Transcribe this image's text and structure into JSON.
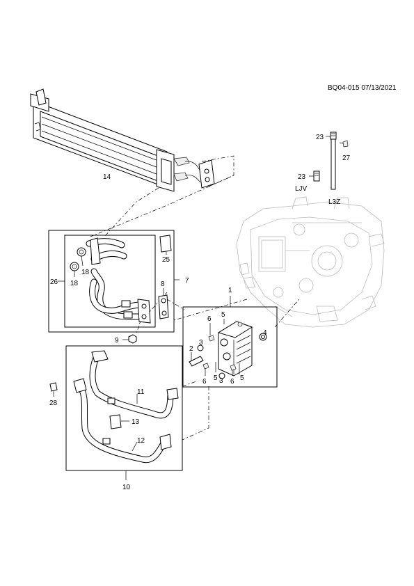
{
  "diagram": {
    "reference": "BQ04-015 07/13/2021",
    "labels": [
      {
        "id": "14",
        "text": "14"
      },
      {
        "id": "23a",
        "text": "23"
      },
      {
        "id": "27",
        "text": "27"
      },
      {
        "id": "23b",
        "text": "23"
      },
      {
        "id": "ljv",
        "text": "LJV"
      },
      {
        "id": "l3z",
        "text": "L3Z"
      },
      {
        "id": "25",
        "text": "25"
      },
      {
        "id": "18a",
        "text": "18"
      },
      {
        "id": "18b",
        "text": "18"
      },
      {
        "id": "26",
        "text": "26"
      },
      {
        "id": "8",
        "text": "8"
      },
      {
        "id": "7",
        "text": "7"
      },
      {
        "id": "9",
        "text": "9"
      },
      {
        "id": "1",
        "text": "1"
      },
      {
        "id": "5a",
        "text": "5"
      },
      {
        "id": "6a",
        "text": "6"
      },
      {
        "id": "4",
        "text": "4"
      },
      {
        "id": "3a",
        "text": "3"
      },
      {
        "id": "2",
        "text": "2"
      },
      {
        "id": "5b",
        "text": "5"
      },
      {
        "id": "3b",
        "text": "3"
      },
      {
        "id": "6b",
        "text": "6"
      },
      {
        "id": "6c",
        "text": "6"
      },
      {
        "id": "5c",
        "text": "5"
      },
      {
        "id": "28",
        "text": "28"
      },
      {
        "id": "11",
        "text": "11"
      },
      {
        "id": "13",
        "text": "13"
      },
      {
        "id": "12",
        "text": "12"
      },
      {
        "id": "10",
        "text": "10"
      }
    ]
  }
}
